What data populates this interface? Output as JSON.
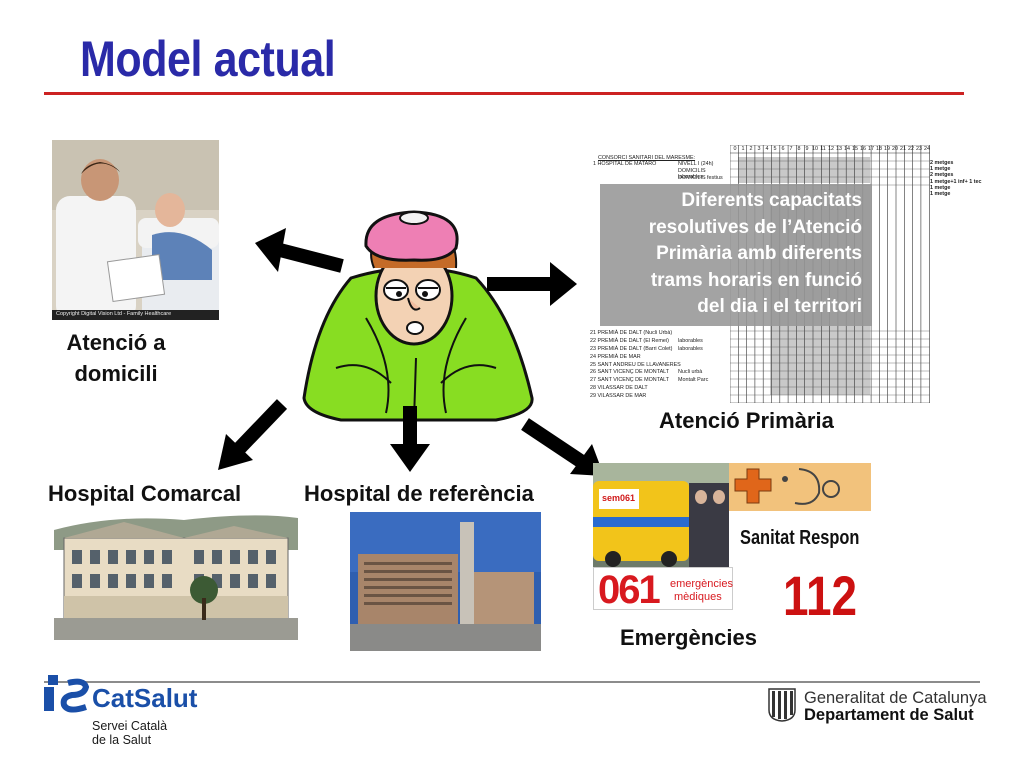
{
  "slide": {
    "title": "Model actual",
    "caption": "Diferents capacitats resolutives de l’Atenció Primària amb diferents trams horaris en funció del dia i el territori",
    "caption_lines": [
      "Diferents capacitats",
      "resolutives de l’Atenció",
      "Primària amb diferents",
      "trams horaris en funció",
      "del dia i el territori"
    ],
    "labels": {
      "atencio_domicili_1": "Atenció a",
      "atencio_domicili_2": "domicili",
      "atencio_primaria": "Atenció Primària",
      "hospital_comarcal": "Hospital Comarcal",
      "hospital_referencia": "Hospital de referència",
      "emergencies": "Emergències"
    },
    "photo_credit": "Copyright Digital Vision Ltd - Family Healthcare",
    "schedule": {
      "header": "CONSORCI SANITARI DEL MARESME:",
      "hours": [
        "0",
        "1",
        "2",
        "3",
        "4",
        "5",
        "6",
        "7",
        "8",
        "9",
        "10",
        "11",
        "12",
        "13",
        "14",
        "15",
        "16",
        "17",
        "18",
        "19",
        "20",
        "21",
        "22",
        "23",
        "24"
      ],
      "rows_top": [
        {
          "place": "1 HOSPITAL DE MATARÓ",
          "level": "NIVELL I (24h)"
        },
        {
          "place": "",
          "level": "DOMICILIS laborables"
        },
        {
          "place": "",
          "level": "DOMICILIS festius"
        }
      ],
      "rows_bottom": [
        {
          "place": "21 PREMIÀ DE DALT (Nucli Urbà)",
          "level": ""
        },
        {
          "place": "22 PREMIÀ DE DALT (El Remei)",
          "level": "laborables"
        },
        {
          "place": "23 PREMIÀ DE DALT (Barri Colet)",
          "level": "laborables"
        },
        {
          "place": "24 PREMIÀ DE MAR",
          "level": ""
        },
        {
          "place": "25 SANT ANDREU DE LLAVANERES",
          "level": ""
        },
        {
          "place": "26 SANT VICENÇ DE MONTALT",
          "level": "Nucli urbà"
        },
        {
          "place": "27 SANT VICENÇ DE MONTALT",
          "level": "Montalt Parc"
        },
        {
          "place": "28 VILASSAR DE DALT",
          "level": ""
        },
        {
          "place": "29 VILASSAR DE MAR",
          "level": ""
        }
      ],
      "staff_notes": [
        "2 metges",
        "1 metge",
        "2 metges",
        "1 metge+1 inf+ 1 tec",
        "1 metge",
        "1 metge"
      ]
    },
    "emergency": {
      "sem_logo": "sem061",
      "r061_number": "061",
      "r061_line1": "emergències",
      "r061_line2": "mèdiques",
      "sanitat_respon": "Sanitat Respon",
      "number_112": "112"
    },
    "footer": {
      "catsalut_name": "CatSalut",
      "catsalut_sub1": "Servei Català",
      "catsalut_sub2": "de la Salut",
      "generalitat": "Generalitat de Catalunya",
      "department": "Departament de Salut"
    }
  }
}
